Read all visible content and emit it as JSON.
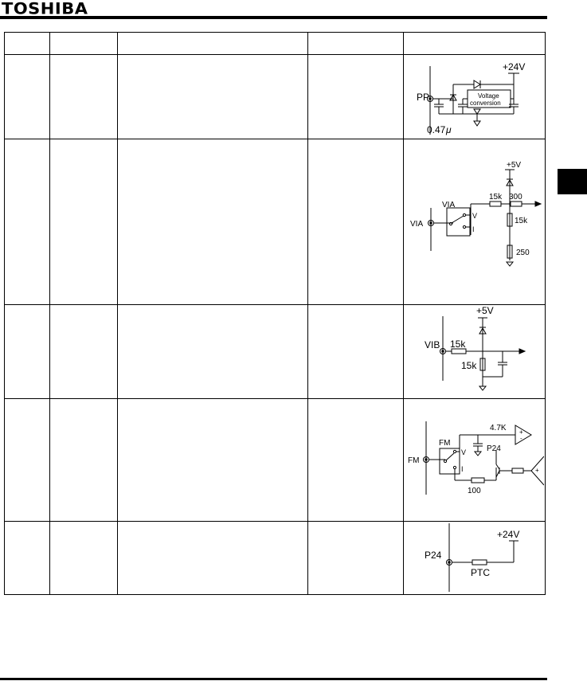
{
  "header": {
    "brand": "TOSHIBA"
  },
  "table": {
    "columns": [
      "",
      "",
      "",
      "",
      ""
    ],
    "rows": [
      {
        "id": "pp",
        "cells": [
          "",
          "",
          "",
          ""
        ],
        "diagram": {
          "terminal": "PP",
          "supply": "+24V",
          "box_line1": "Voltage",
          "box_line2": "conversion",
          "capacitor": "0.47",
          "unit": "μ"
        }
      },
      {
        "id": "via",
        "cells": [
          "",
          "",
          "",
          ""
        ],
        "diagram": {
          "terminal": "VIA",
          "switch": "VIA",
          "supply": "+5V",
          "r1": "15k",
          "r2": "300",
          "r3": "15k",
          "r4": "250",
          "pos_v": "V",
          "pos_i": "I"
        }
      },
      {
        "id": "vib",
        "cells": [
          "",
          "",
          "",
          ""
        ],
        "diagram": {
          "terminal": "VIB",
          "supply": "+5V",
          "r1": "15k",
          "r2": "15k"
        }
      },
      {
        "id": "fm",
        "cells": [
          "",
          "",
          "",
          ""
        ],
        "diagram": {
          "terminal": "FM",
          "switch": "FM",
          "r1": "4.7K",
          "p24": "P24",
          "r2": "100",
          "pos_v": "V",
          "pos_i": "I",
          "plus": "+",
          "minus": "-"
        }
      },
      {
        "id": "p24",
        "cells": [
          "",
          "",
          "",
          ""
        ],
        "diagram": {
          "terminal": "P24",
          "supply": "+24V",
          "ptc": "PTC"
        }
      }
    ]
  }
}
